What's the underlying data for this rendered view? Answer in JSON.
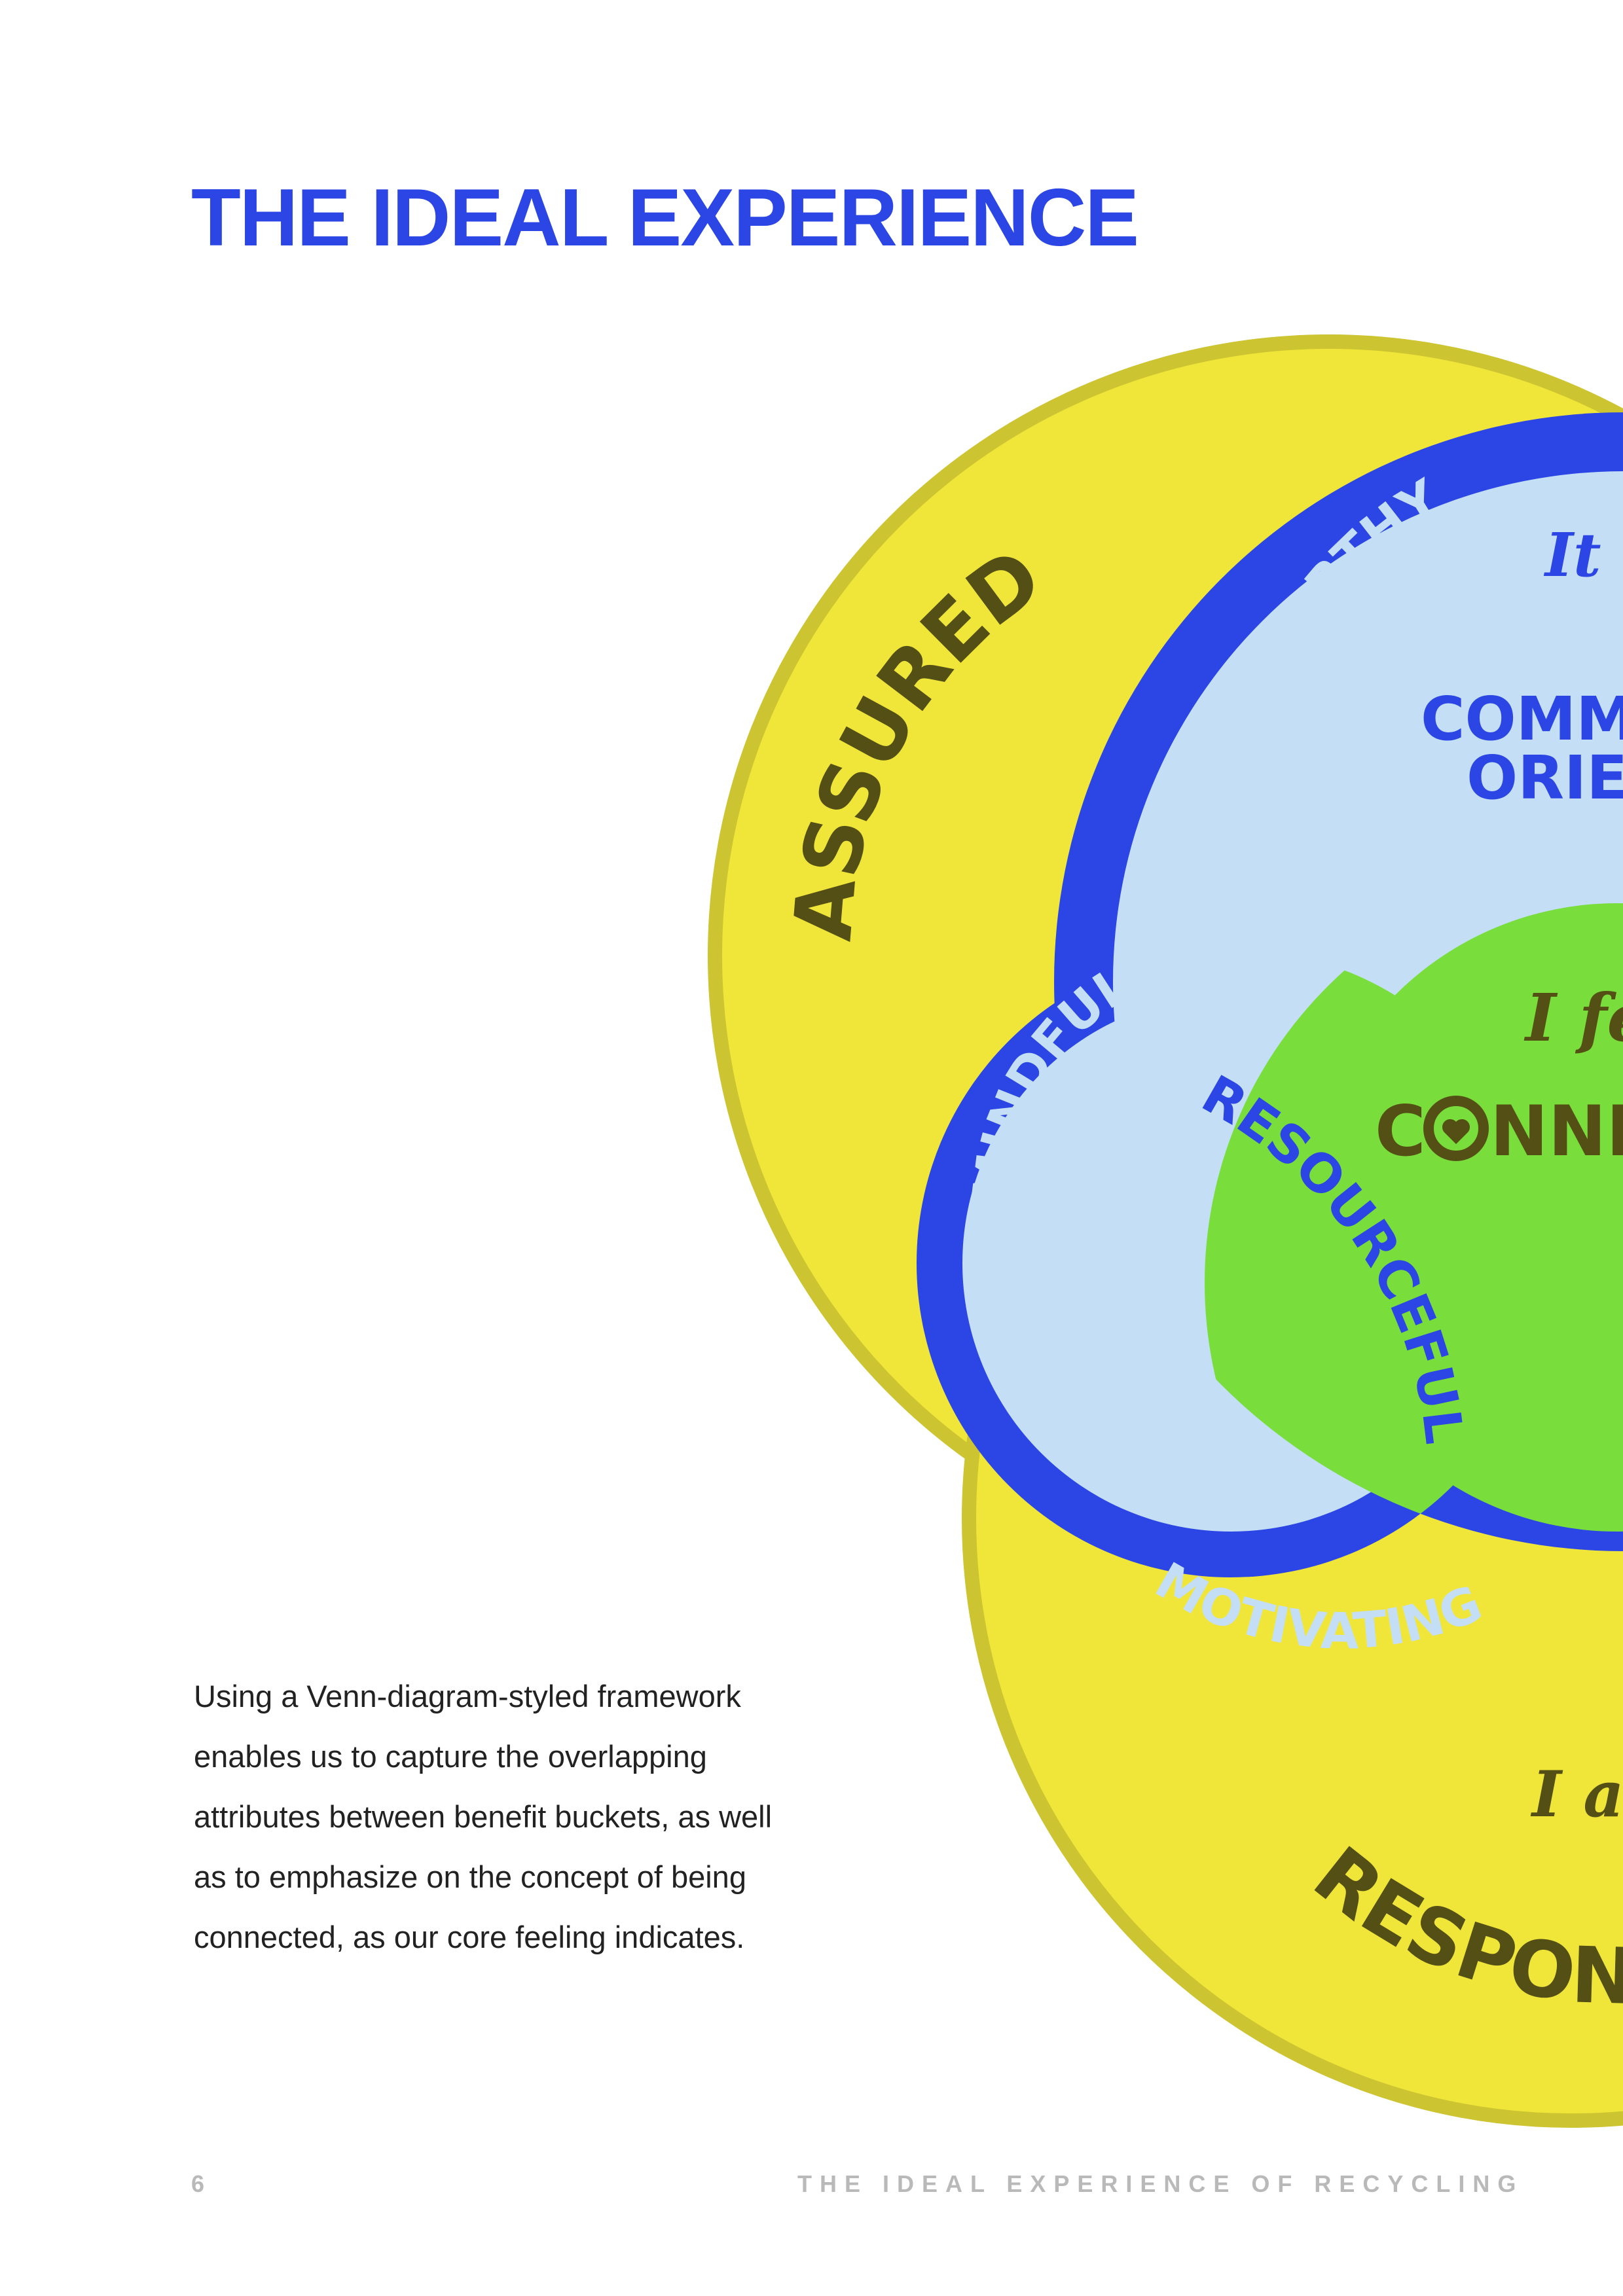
{
  "header": {
    "title": "THE IDEAL EXPERIENCE"
  },
  "diagram": {
    "outer_labels": {
      "assured": "ASSURED",
      "responsible": "RESPON"
    },
    "ring_labels": {
      "trustworthy": "TRUSTWORTHY",
      "mindful": "MINDFUL",
      "motivating": "MOTIVATING",
      "resourceful": "RESOURCEFUL"
    },
    "top_region": {
      "phrase": "It",
      "line1": "COMM",
      "line2": "ORIE"
    },
    "center": {
      "phrase": "I fe",
      "word_before_heart": "C",
      "word_after_heart": "NNI"
    },
    "bottom_region": {
      "phrase": "I a"
    },
    "colors": {
      "yellow": "#f0e63a",
      "yellow_border": "#cdc431",
      "blue": "#2b46e5",
      "light_blue": "#c3def5",
      "green": "#79dd3c",
      "dark_label": "#534f15"
    }
  },
  "body": {
    "paragraph": "Using a Venn-diagram-styled framework enables us to capture the overlapping attributes between benefit buckets, as well as to emphasize on the concept of being connected, as our core feeling indicates."
  },
  "footer": {
    "page_number": "6",
    "running_title": "THE IDEAL EXPERIENCE OF RECYCLING"
  }
}
